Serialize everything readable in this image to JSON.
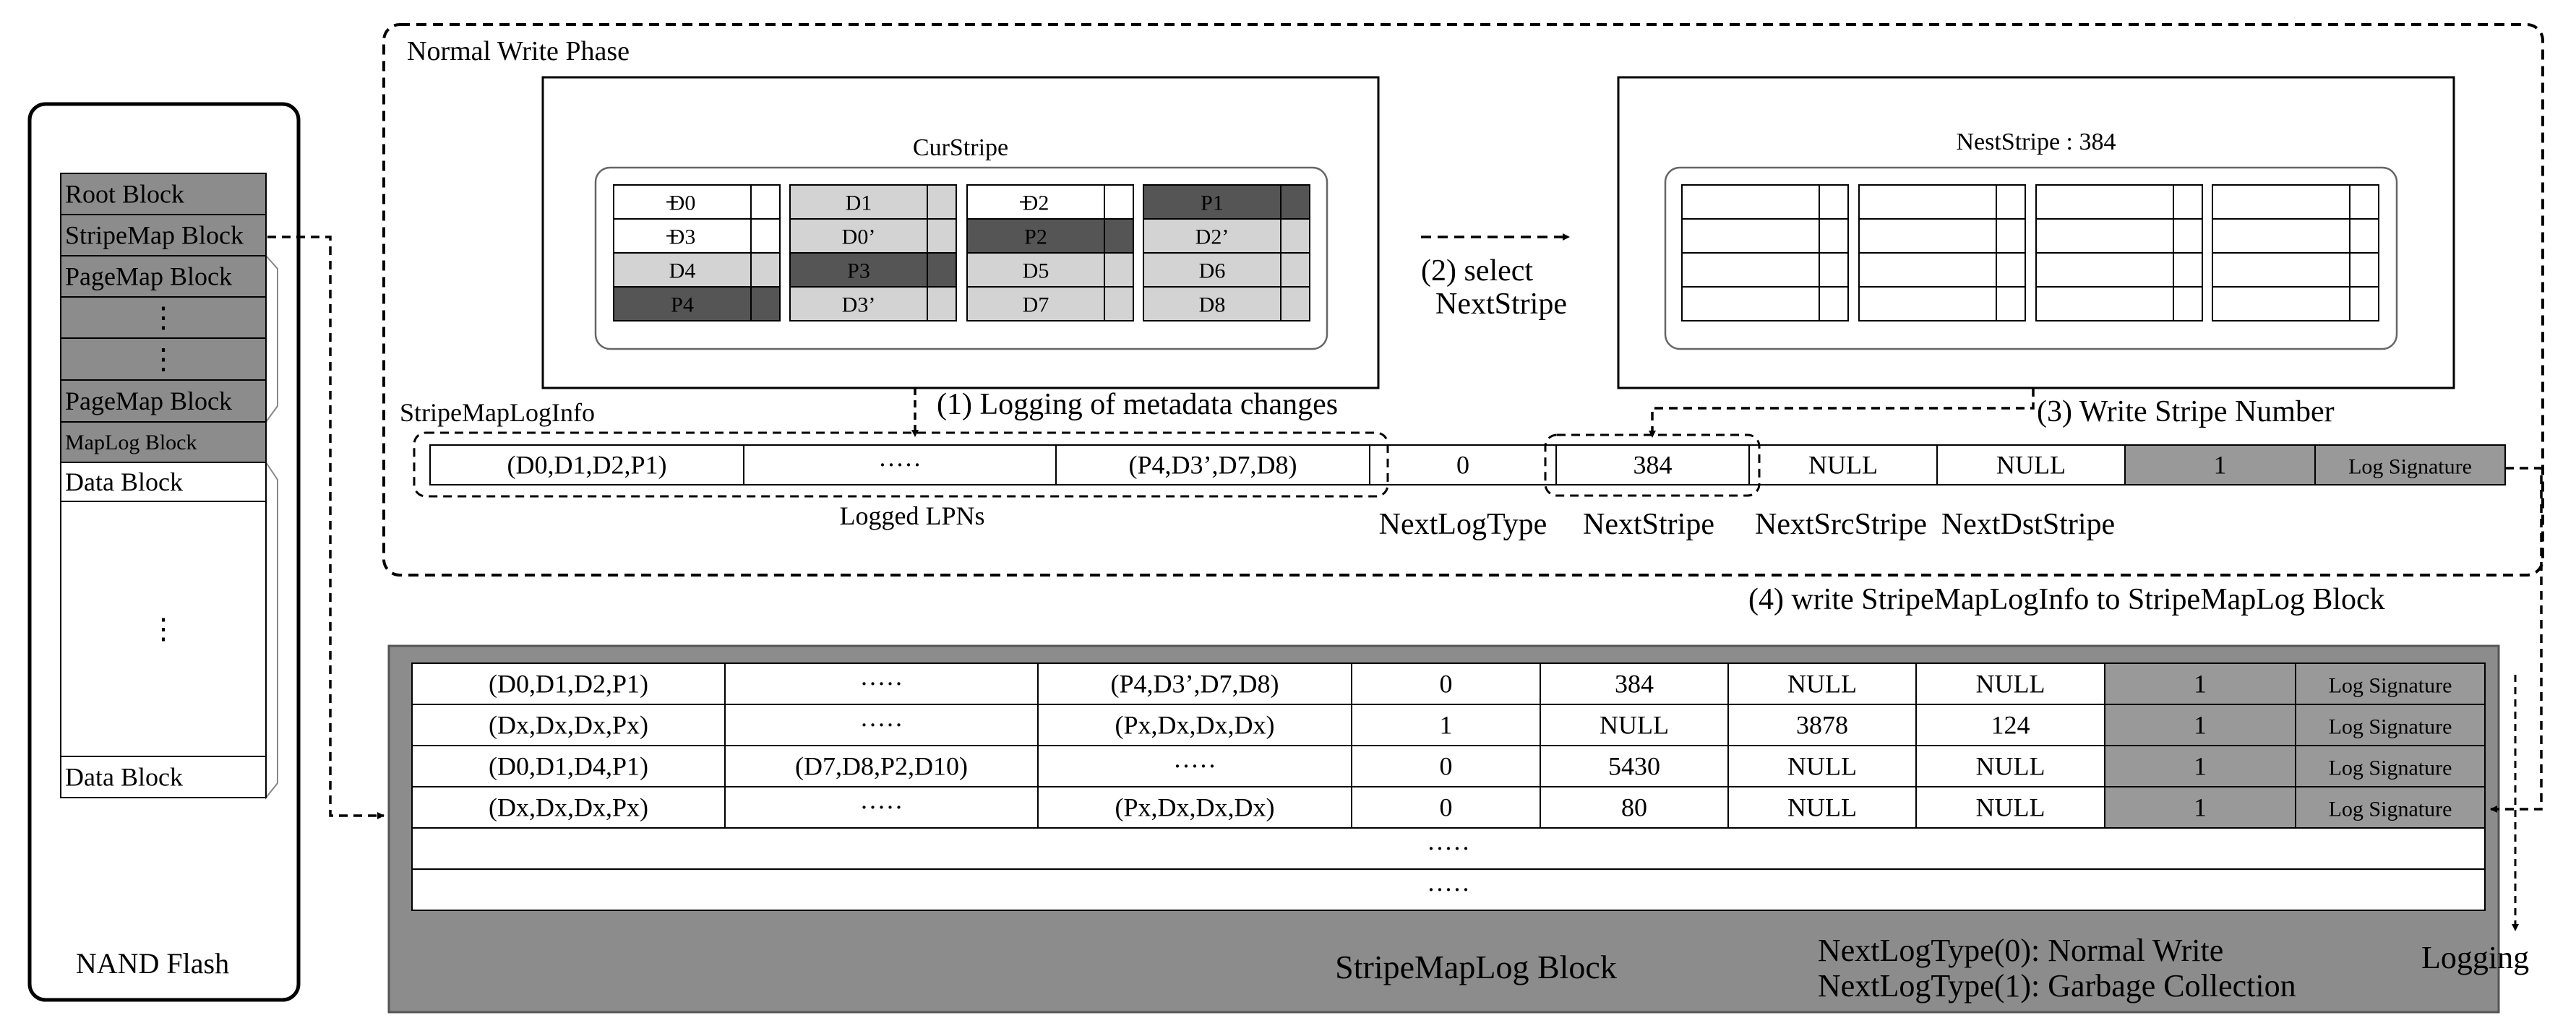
{
  "nand": {
    "title": "NAND Flash",
    "blocks": [
      {
        "label": "Root Block",
        "shade": "dark"
      },
      {
        "label": "StripeMap Block",
        "shade": "dark"
      },
      {
        "label": "PageMap Block",
        "shade": "dark"
      },
      {
        "label": "⋮",
        "shade": "dark"
      },
      {
        "label": "⋮",
        "shade": "dark"
      },
      {
        "label": "PageMap Block",
        "shade": "dark"
      },
      {
        "label": "MapLog Block",
        "shade": "dark",
        "small": true
      },
      {
        "label": "Data Block",
        "shade": "white"
      },
      {
        "label": "⋮",
        "shade": "white"
      },
      {
        "label": "Data Block",
        "shade": "white"
      }
    ]
  },
  "normal_write": {
    "title": "Normal Write Phase",
    "cur_stripe": {
      "title": "CurStripe",
      "columns": [
        {
          "cells": [
            {
              "label": "D0",
              "shade": "white",
              "struck": true
            },
            {
              "label": "D3",
              "shade": "white",
              "struck": true
            },
            {
              "label": "D4",
              "shade": "light"
            },
            {
              "label": "P4",
              "shade": "dark"
            }
          ]
        },
        {
          "cells": [
            {
              "label": "D1",
              "shade": "light"
            },
            {
              "label": "D0’",
              "shade": "light"
            },
            {
              "label": "P3",
              "shade": "dark"
            },
            {
              "label": "D3’",
              "shade": "light"
            }
          ]
        },
        {
          "cells": [
            {
              "label": "D2",
              "shade": "white",
              "struck": true
            },
            {
              "label": "P2",
              "shade": "dark"
            },
            {
              "label": "D5",
              "shade": "light"
            },
            {
              "label": "D7",
              "shade": "light"
            }
          ]
        },
        {
          "cells": [
            {
              "label": "P1",
              "shade": "dark"
            },
            {
              "label": "D2’",
              "shade": "light"
            },
            {
              "label": "D6",
              "shade": "light"
            },
            {
              "label": "D8",
              "shade": "light"
            }
          ]
        }
      ]
    },
    "next_stripe": {
      "title": "NestStripe : 384"
    },
    "steps": {
      "step1": "(1) Logging of metadata changes",
      "step2_line1": "(2) select",
      "step2_line2": "NextStripe",
      "step3": "(3) Write Stripe Number",
      "step4": "(4) write StripeMapLogInfo to StripeMapLog Block"
    },
    "log_info": {
      "title": "StripeMapLogInfo",
      "cells": [
        "(D0,D1,D2,P1)",
        "·····",
        "(P4,D3’,D7,D8)",
        "0",
        "384",
        "NULL",
        "NULL",
        "1",
        "Log Signature"
      ],
      "labels": {
        "logged_lpns": "Logged LPNs",
        "next_log_type": "NextLogType",
        "next_stripe": "NextStripe",
        "next_src_stripe": "NextSrcStripe",
        "next_dst_stripe": "NextDstStripe"
      }
    }
  },
  "stripemap_log": {
    "title": "StripeMapLog Block",
    "rows": [
      [
        "(D0,D1,D2,P1)",
        "·····",
        "(P4,D3’,D7,D8)",
        "0",
        "384",
        "NULL",
        "NULL",
        "1",
        "Log Signature"
      ],
      [
        "(Dx,Dx,Dx,Px)",
        "·····",
        "(Px,Dx,Dx,Dx)",
        "1",
        "NULL",
        "3878",
        "124",
        "1",
        "Log Signature"
      ],
      [
        "(D0,D1,D4,P1)",
        "(D7,D8,P2,D10)",
        "·····",
        "0",
        "5430",
        "NULL",
        "NULL",
        "1",
        "Log Signature"
      ],
      [
        "(Dx,Dx,Dx,Px)",
        "·····",
        "(Px,Dx,Dx,Dx)",
        "0",
        "80",
        "NULL",
        "NULL",
        "1",
        "Log Signature"
      ]
    ],
    "ellipsis_rows": [
      "·····",
      "·····"
    ],
    "legend": [
      "NextLogType(0): Normal Write",
      "NextLogType(1): Garbage Collection"
    ],
    "logging_label": "Logging"
  },
  "colors": {
    "dark_cell": "#555555",
    "light_cell": "#d3d3d3",
    "nand_dark": "#8c8c8c",
    "log_block_bg": "#8c8c8c",
    "sig_cell": "#999999",
    "border": "#000000",
    "frame_stroke": "#666666"
  }
}
